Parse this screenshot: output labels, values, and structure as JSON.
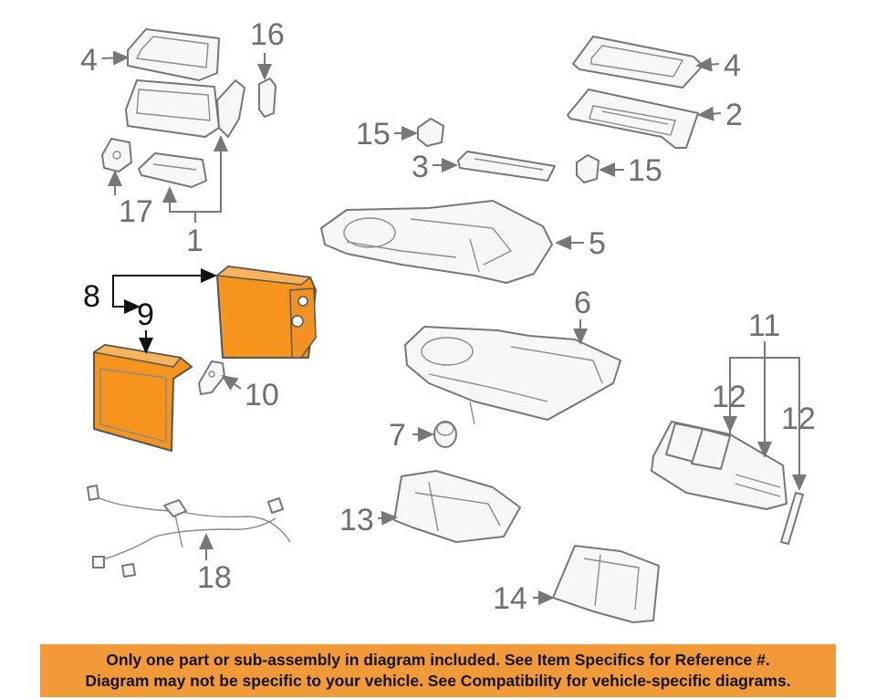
{
  "callouts": {
    "c1": "1",
    "c2": "2",
    "c3": "3",
    "c4a": "4",
    "c4b": "4",
    "c5": "5",
    "c6": "6",
    "c7": "7",
    "c8": "8",
    "c9": "9",
    "c10": "10",
    "c11": "11",
    "c12a": "12",
    "c12b": "12",
    "c13": "13",
    "c14": "14",
    "c15a": "15",
    "c15b": "15",
    "c16": "16",
    "c17": "17",
    "c18": "18"
  },
  "colors": {
    "highlight": "#f7941d",
    "banner": "#f29a3a",
    "line_art": "#777777"
  },
  "disclaimer": {
    "line1": "Only one part or sub-assembly in diagram included. See Item Specifics for Reference #.",
    "line2": "Diagram may not be specific to your vehicle. See Compatibility for vehicle-specific diagrams."
  }
}
